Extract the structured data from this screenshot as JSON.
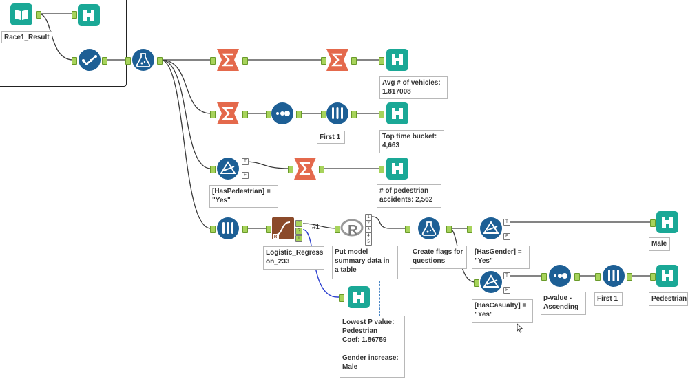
{
  "container": {
    "title": "Race1_Result"
  },
  "connection_label": "#1",
  "annotations": {
    "race1_result": "Race1_Result",
    "avg_vehicles": "Avg # of vehicles:\n1.817008",
    "first1_top": "First 1",
    "top_time_bucket": "Top time bucket:\n4,663",
    "has_pedestrian": "[HasPedestrian] =\n\"Yes\"",
    "pedestrian_accidents": "# of pedestrian\naccidents: 2,562",
    "logistic_regression": "Logistic_Regressi\non_233",
    "put_model": "Put model\nsummary data in\na table",
    "create_flags": "Create flags for\nquestions",
    "has_gender": "[HasGender] =\n\"Yes\"",
    "male": "Male",
    "has_casualty": "[HasCasualty] =\n\"Yes\"",
    "pvalue_asc": "p-value -\nAscending",
    "first1_bottom": "First 1",
    "pedestrian": "Pedestrian",
    "lowest_p": "Lowest P value:\nPedestrian\nCoef: 1.86759\n\nGender increase:\nMale"
  },
  "anchor_tags": {
    "filter_t": "T",
    "filter_f": "F",
    "lr_o": "O",
    "lr_r": "R",
    "lr_i": "I",
    "lr_r_badge": "R",
    "r_1": "1",
    "r_2": "2",
    "r_3": "3",
    "r_4": "4",
    "r_5": "5"
  },
  "icons": {
    "input": "book-input-icon",
    "browse": "binoculars-icon",
    "select": "checkmark-select-icon",
    "formula": "flask-formula-icon",
    "summarize": "sigma-summarize-icon",
    "sort": "dots-sort-icon",
    "sample": "test-tubes-sample-icon",
    "filter": "triangle-filter-icon",
    "logistic": "logistic-regression-icon",
    "r": "r-tool-icon"
  },
  "colors": {
    "teal": "#1aa896",
    "navy": "#1d5f95",
    "summarize": "#e4694c",
    "logistic": "#8b4a2a",
    "anchor": "#a7d35b",
    "wire": "#3a3a3a",
    "wire_blue": "#2b3fcf"
  }
}
